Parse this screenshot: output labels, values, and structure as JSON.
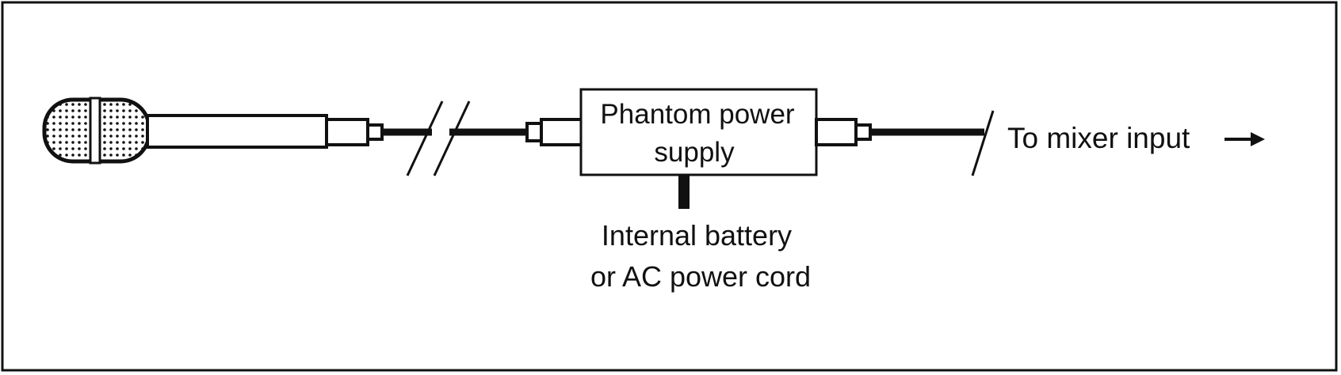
{
  "diagram": {
    "labels": {
      "power_supply_line1": "Phantom power",
      "power_supply_line2": "supply",
      "mixer_label": "To mixer input",
      "power_source_line1": "Internal battery",
      "power_source_line2": "or AC power cord"
    },
    "colors": {
      "ink": "#111111",
      "paper": "#ffffff"
    },
    "icons": {
      "microphone": "microphone-icon",
      "arrow": "arrow-right-icon"
    }
  }
}
